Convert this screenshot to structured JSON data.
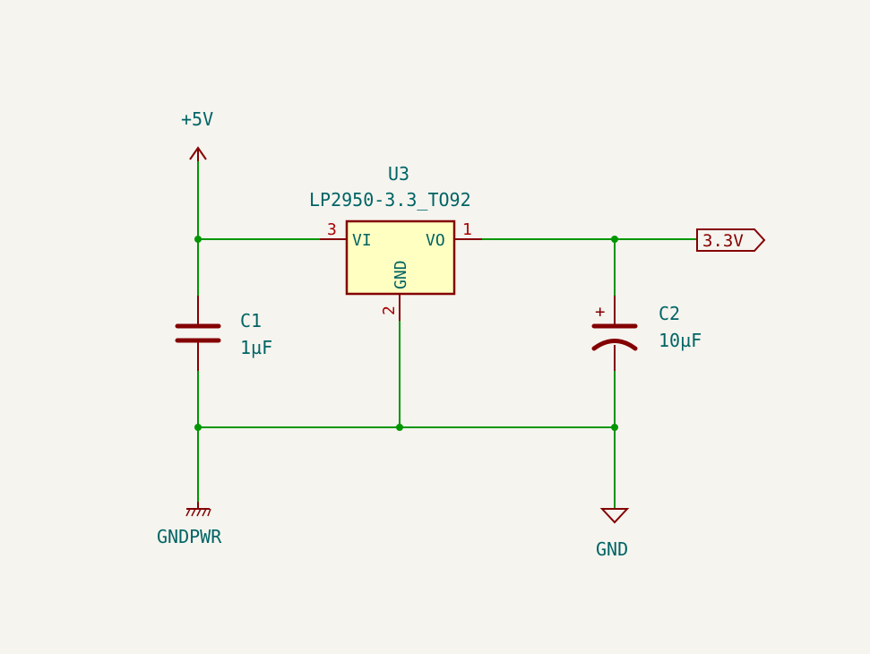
{
  "power": {
    "vcc_label": "+5V",
    "gndpwr_label": "GNDPWR",
    "gnd_label": "GND"
  },
  "regulator": {
    "ref": "U3",
    "value": "LP2950-3.3_TO92",
    "pins": {
      "vi_name": "VI",
      "vi_num": "3",
      "vo_name": "VO",
      "vo_num": "1",
      "gnd_name": "GND",
      "gnd_num": "2"
    }
  },
  "capacitors": {
    "c1": {
      "ref": "C1",
      "value": "1µF"
    },
    "c2": {
      "ref": "C2",
      "value": "10µF",
      "polarity": "+"
    }
  },
  "net_label": {
    "text": "3.3V"
  },
  "colors": {
    "background": "#f5f4ef",
    "wire": "#009600",
    "symbol": "#840000",
    "text": "#006464",
    "body_fill": "#ffffc2"
  }
}
